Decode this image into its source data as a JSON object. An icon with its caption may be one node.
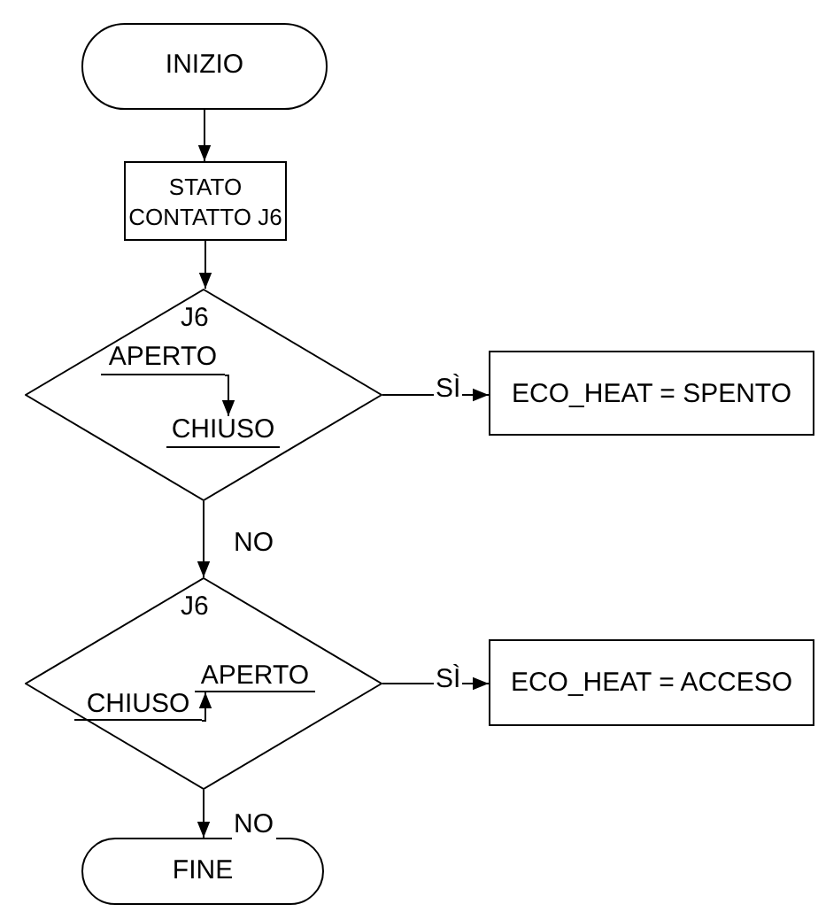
{
  "diagram": {
    "nodes": [
      {
        "text": [
          "INIZIO"
        ]
      },
      {
        "text": [
          "STATO CONTATTO J6"
        ]
      },
      {
        "text": [
          "J6"
        ]
      },
      {
        "text": [
          "APERTO"
        ],
        "in": 2
      },
      {
        "text": [
          "CHIUSO"
        ],
        "in": 2
      },
      {
        "text": [
          "ECO_HEAT = SPENTO"
        ]
      },
      {
        "text": [
          "J6"
        ]
      },
      {
        "text": [
          "APERTO"
        ],
        "in": 6
      },
      {
        "text": [
          "CHIUSO"
        ],
        "in": 6
      },
      {
        "text": [
          "ECO_HEAT = ACCESO"
        ]
      },
      {
        "text": [
          "FINE"
        ]
      }
    ],
    "edges": [
      {
        "from": 0,
        "to": 1,
        "arrow": "to"
      },
      {
        "from": 1,
        "to": 2,
        "arrow": "to"
      },
      {
        "from": 2,
        "to": 5,
        "arrow": "to",
        "label": "SÌ"
      },
      {
        "from": 3,
        "to": 4,
        "arrow": "to"
      },
      {
        "from": 2,
        "to": 6,
        "arrow": "to",
        "label": "NO"
      },
      {
        "from": 8,
        "to": 7,
        "arrow": "to"
      },
      {
        "from": 6,
        "to": 9,
        "arrow": "to",
        "label": "SÌ"
      },
      {
        "from": 6,
        "to": 10,
        "arrow": "to",
        "label": "NO"
      }
    ]
  }
}
